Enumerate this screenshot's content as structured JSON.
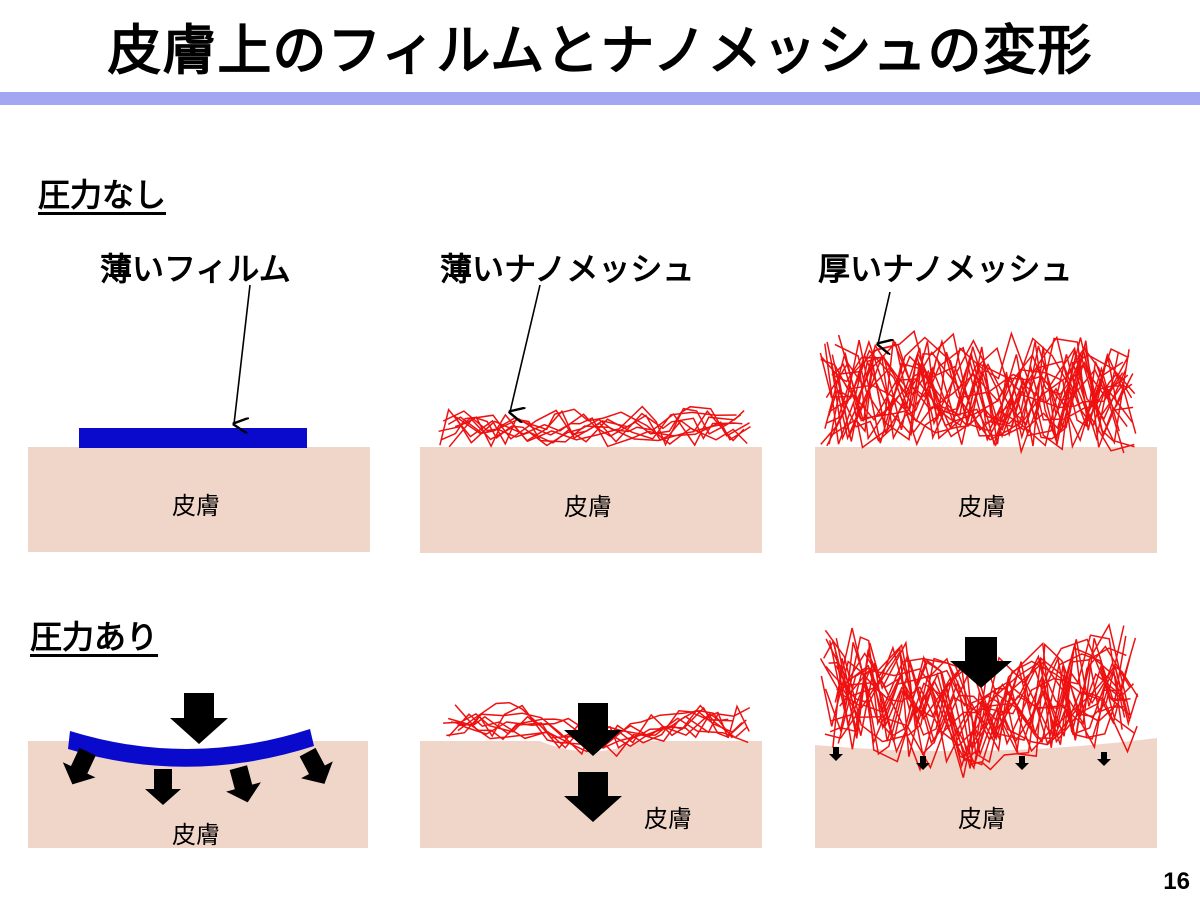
{
  "slide": {
    "title": "皮膚上のフィルムとナノメッシュの変形",
    "page_number": "16"
  },
  "sections": {
    "no_pressure": "圧力なし",
    "with_pressure": "圧力あり"
  },
  "columns": {
    "thin_film": "薄いフィルム",
    "thin_nanomesh": "薄いナノメッシュ",
    "thick_nanomesh": "厚いナノメッシュ"
  },
  "skin_label": "皮膚",
  "colors": {
    "skin": "#f0d6c9",
    "film": "#0a0acc",
    "mesh": "#ee1111",
    "arrow": "#000000",
    "title_bar": "#a3a6f2"
  }
}
